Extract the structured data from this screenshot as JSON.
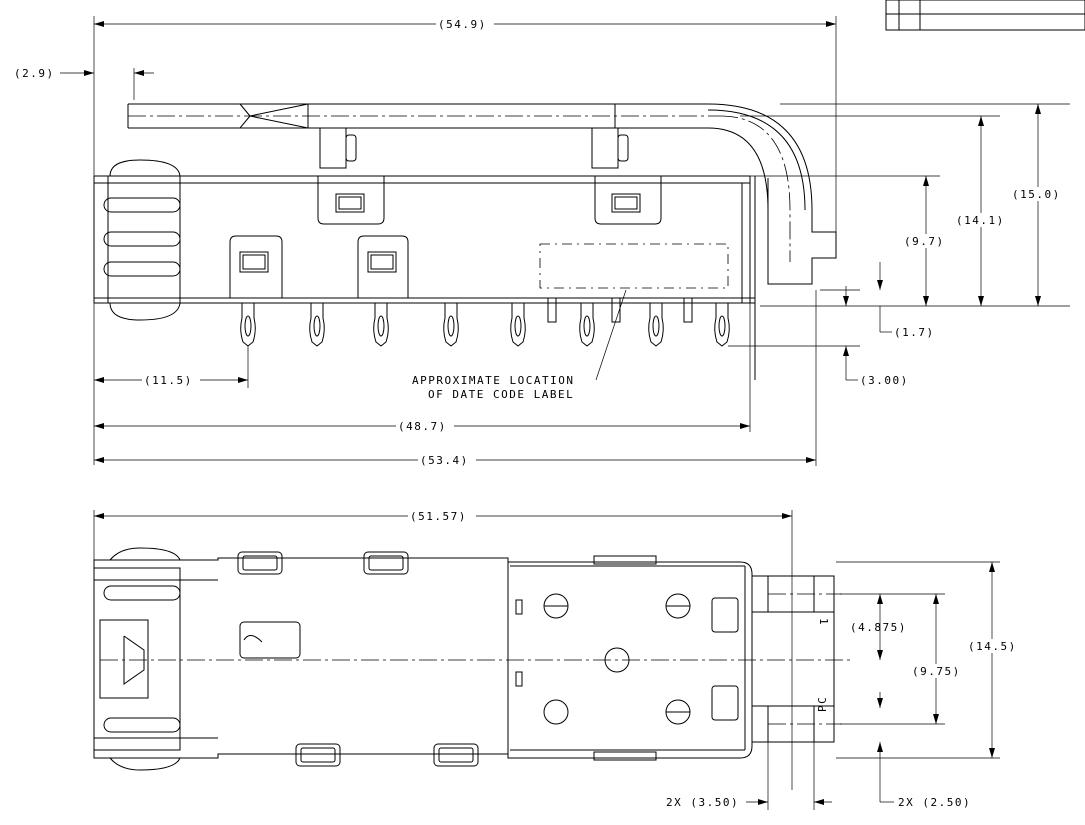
{
  "dimensions": {
    "side_overall_length": "(54.9)",
    "side_left_offset": "(2.9)",
    "side_height_total": "(15.0)",
    "side_height_body": "(14.1)",
    "side_height_cage": "(9.7)",
    "side_standoff": "(1.7)",
    "side_pin_length": "(3.00)",
    "side_first_pin": "(11.5)",
    "side_cage_length": "(48.7)",
    "side_body_length": "(53.4)",
    "top_overall_length": "(51.57)",
    "top_lightpipe_pitch": "(4.875)",
    "top_lightpipe_span": "(9.75)",
    "top_width": "(14.5)",
    "top_pipe_width": "2X (3.50)",
    "top_pipe_gap": "2X (2.50)"
  },
  "labels": {
    "date_code_line1": "APPROXIMATE LOCATION",
    "date_code_line2": "OF DATE CODE LABEL",
    "pipe_mark_top": "1",
    "pipe_mark_bottom": "PC"
  }
}
